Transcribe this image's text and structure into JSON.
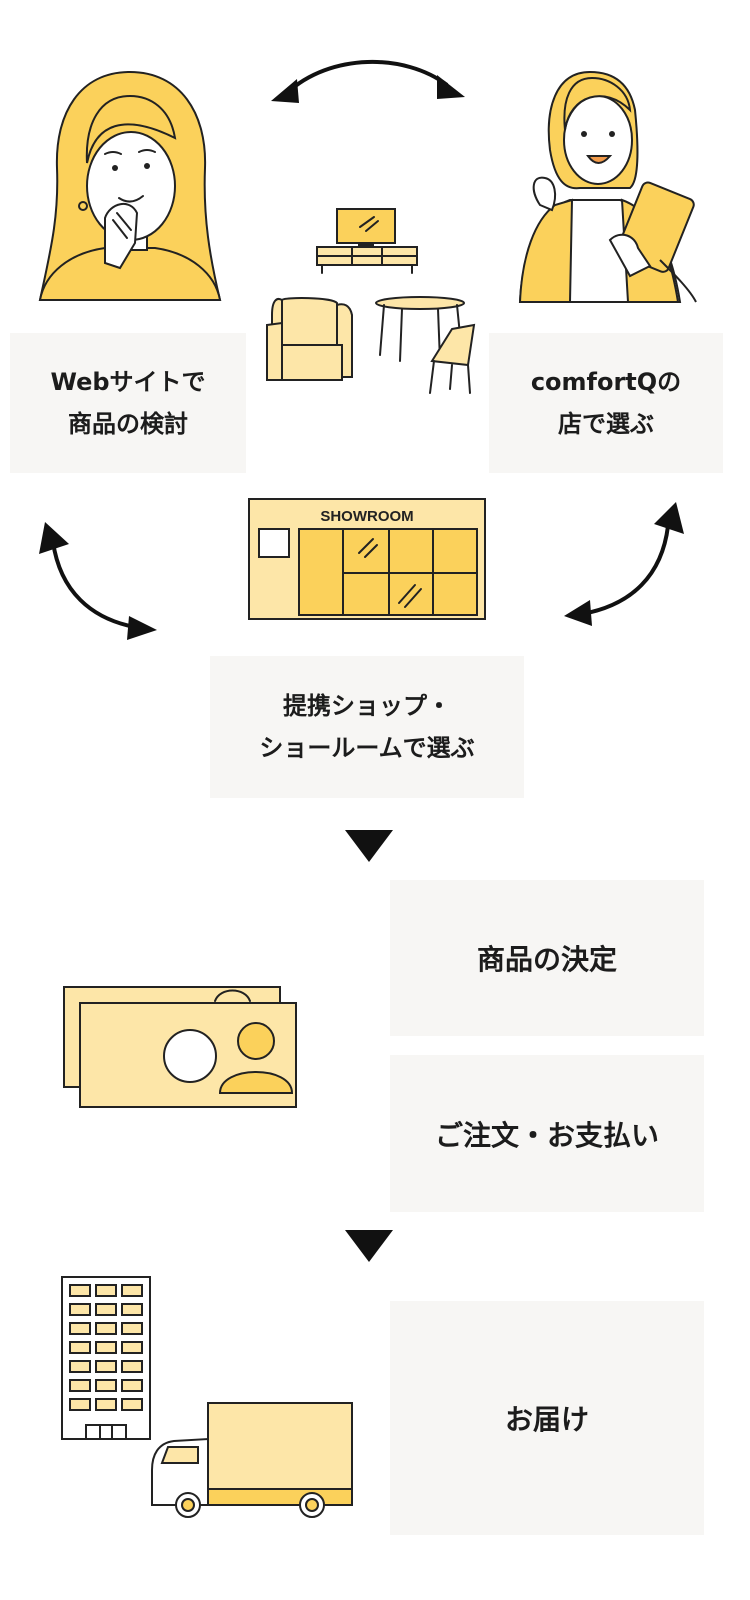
{
  "colors": {
    "yellow": "#fbd15b",
    "pale_yellow": "#fde6a8",
    "box_bg": "#f7f6f4",
    "line": "#222222"
  },
  "steps": {
    "web": {
      "line1": "Webサイトで",
      "line2": "商品の検討"
    },
    "comfort": {
      "line1": "comfortQの",
      "line2": "店で選ぶ"
    },
    "partner": {
      "line1": "提携ショップ・",
      "line2": "ショールームで選ぶ"
    },
    "decide": {
      "label": "商品の決定"
    },
    "order": {
      "label": "ご注文・お支払い"
    },
    "deliver": {
      "label": "お届け"
    }
  },
  "showroom_sign": "SHOWROOM",
  "illustrations": {
    "woman_thinking": "woman-thinking-illustration",
    "staff": "store-staff-illustration",
    "furniture": "furniture-illustration",
    "showroom": "showroom-storefront-illustration",
    "payment_cards": "payment-card-illustration",
    "delivery": "delivery-truck-building-illustration"
  }
}
